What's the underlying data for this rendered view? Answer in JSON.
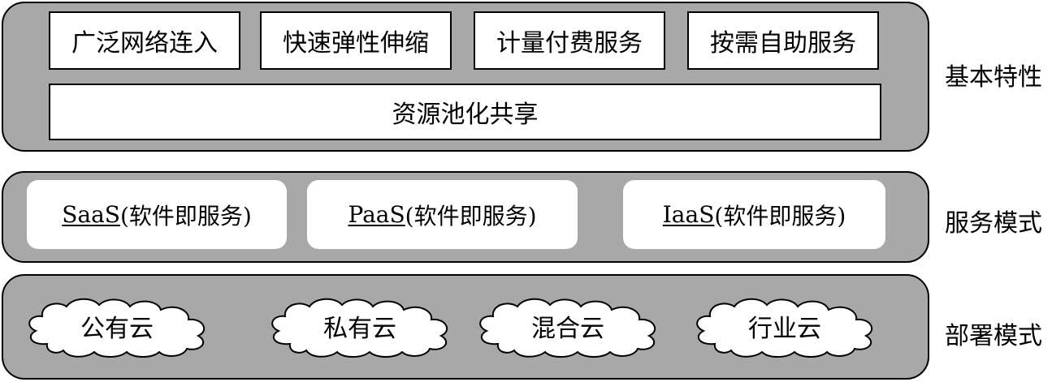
{
  "basic": {
    "label": "基本特性",
    "features": [
      "广泛网络连入",
      "快速弹性伸缩",
      "计量付费服务",
      "按需自助服务"
    ],
    "pool": "资源池化共享"
  },
  "service": {
    "label": "服务模式",
    "models": [
      {
        "abbr": "SaaS",
        "desc": "(软件即服务)"
      },
      {
        "abbr": "PaaS",
        "desc": "(软件即服务)"
      },
      {
        "abbr": "IaaS",
        "desc": "(软件即服务)"
      }
    ]
  },
  "deploy": {
    "label": "部署模式",
    "clouds": [
      "公有云",
      "私有云",
      "混合云",
      "行业云"
    ]
  },
  "colors": {
    "layer_fill": "#a8a8a8",
    "box_fill": "#ffffff",
    "outline": "#000000"
  }
}
